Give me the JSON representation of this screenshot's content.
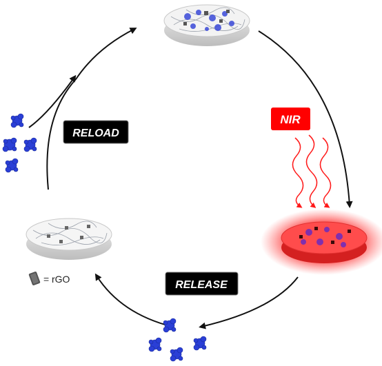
{
  "labels": {
    "nir": "NIR",
    "reload": "RELOAD",
    "release": "RELEASE"
  },
  "legend": {
    "equals": "=",
    "text": "rGO",
    "icon": "rgo-flake-icon"
  },
  "colors": {
    "background": "#ffffff",
    "arrow": "#111111",
    "nir_box": "#ff0000",
    "nir_waves": "#ff1a1a",
    "heated_glow": "#ff2a2a",
    "label_box": "#000000",
    "label_text": "#ffffff",
    "protein": "#2a3fd6",
    "disc_fill": "#f2f2f2"
  },
  "icons": [
    "hydrogel-disc-icon",
    "protein-molecule-icon",
    "rgo-flake-icon",
    "nir-wave-icon"
  ]
}
